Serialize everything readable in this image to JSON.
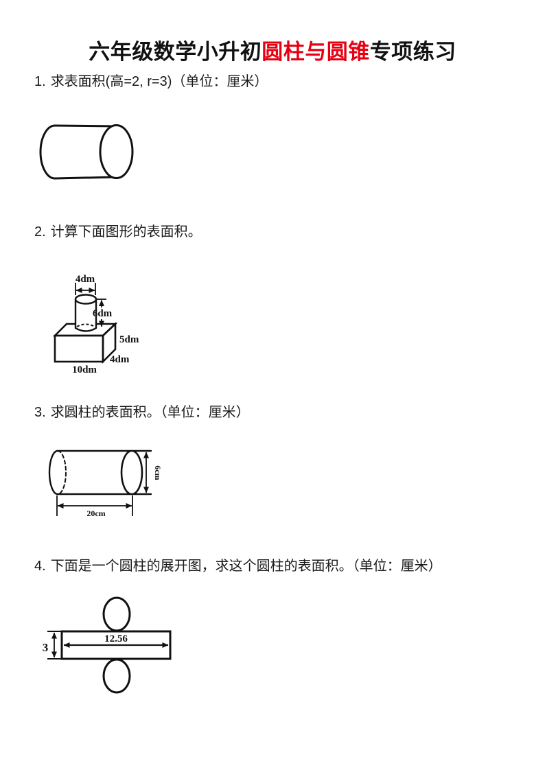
{
  "page": {
    "background": "#ffffff",
    "ink_color": "#111111"
  },
  "title": {
    "prefix": "六年级数学小升初",
    "highlight": "圆柱与圆锥",
    "suffix": "专项练习",
    "highlight_color": "#e60012"
  },
  "questions": [
    {
      "number": "1.",
      "text": "求表面积(高=2, r=3)（单位：厘米）"
    },
    {
      "number": "2.",
      "text": "计算下面图形的表面积。"
    },
    {
      "number": "3.",
      "text": "求圆柱的表面积。（单位：厘米）"
    },
    {
      "number": "4.",
      "text": "下面是一个圆柱的展开图，求这个圆柱的表面积。（单位：厘米）"
    }
  ],
  "figures": {
    "fig1": {
      "description": "lying cylinder, no labels"
    },
    "fig2": {
      "description": "cylinder standing on a cuboid",
      "cylinder_diameter": "4dm",
      "cylinder_height": "6dm",
      "box_height": "5dm",
      "box_depth": "4dm",
      "box_width": "10dm"
    },
    "fig3": {
      "description": "lying cylinder with dashed back edge",
      "diameter": "6cm",
      "length": "20cm"
    },
    "fig4": {
      "description": "unfolded cylinder net: rectangle with circle above and below",
      "rect_width": "12.56",
      "rect_height": "3"
    }
  }
}
